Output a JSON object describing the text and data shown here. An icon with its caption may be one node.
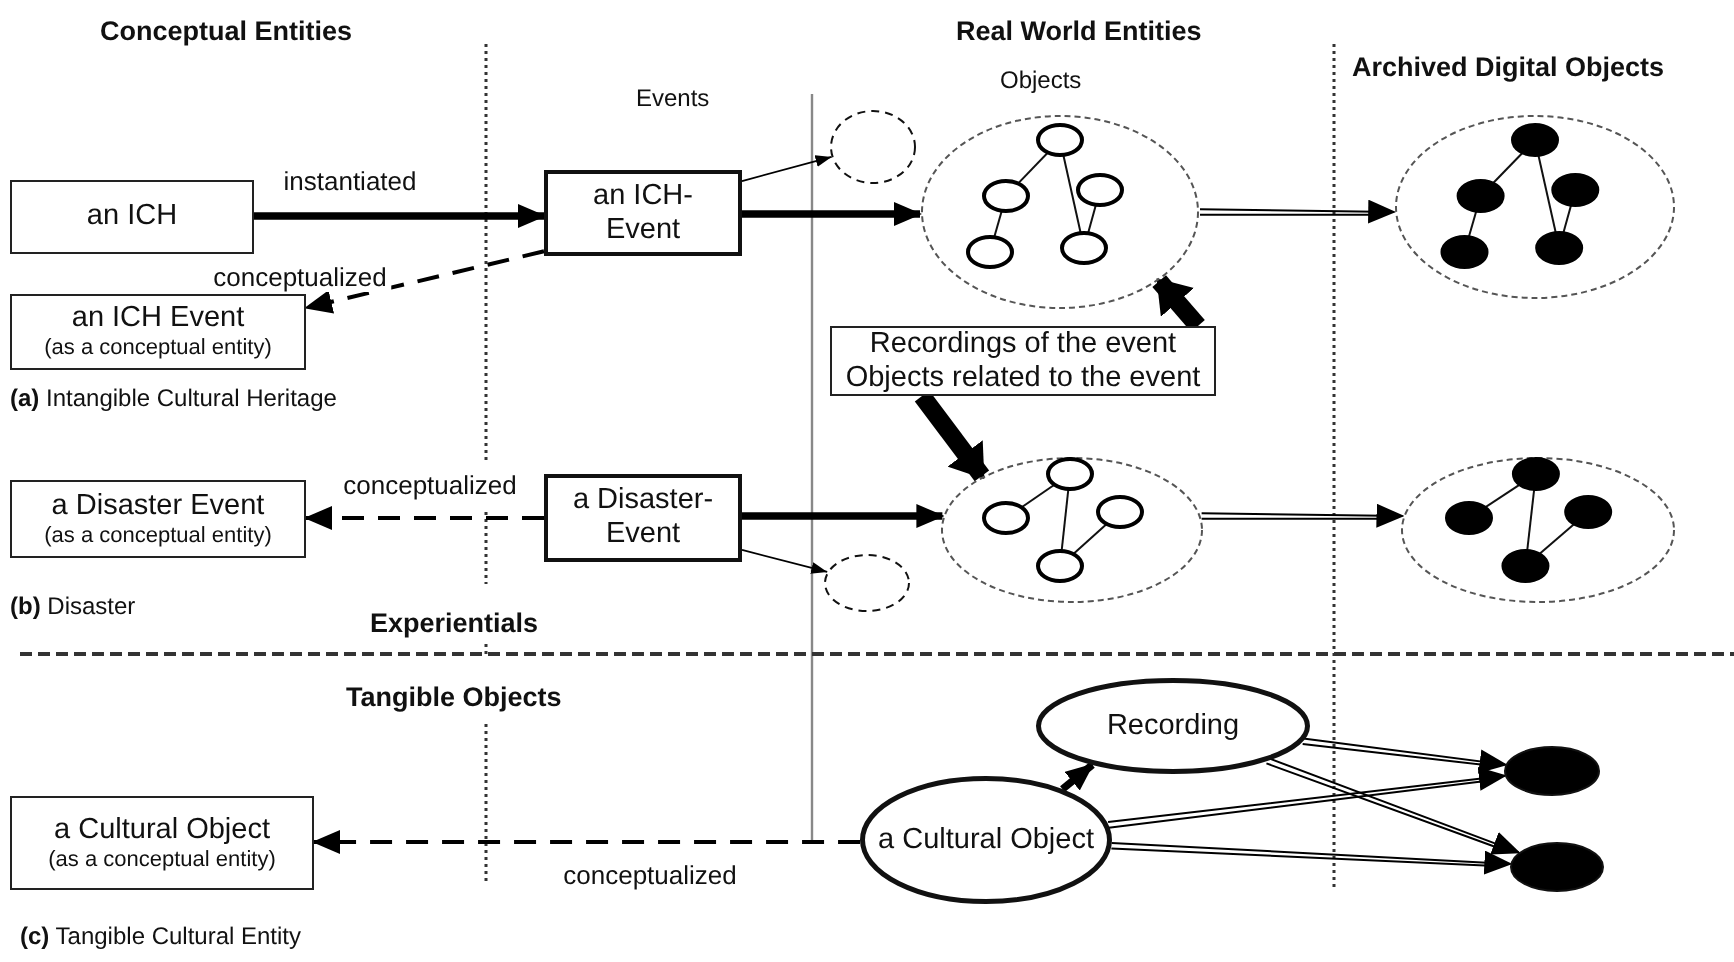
{
  "diagram": {
    "nodes": [
      {
        "text": [
          "an ICH"
        ]
      },
      {
        "text": [
          "an ICH- Event"
        ]
      },
      {
        "text": [
          "an ICH Event",
          "(as a conceptual entity)"
        ]
      },
      {
        "text": [],
        "shape": "circle"
      },
      {
        "text": [],
        "shape": "circle"
      },
      {
        "text": [],
        "shape": "circle"
      },
      {
        "text": [
          "Recordings of the event",
          "Objects related to the event"
        ]
      },
      {
        "text": [
          "a Disaster Event",
          "(as a conceptual entity)"
        ]
      },
      {
        "text": [
          "a Disaster- Event"
        ]
      },
      {
        "text": [],
        "shape": "circle"
      },
      {
        "text": [],
        "shape": "circle"
      },
      {
        "text": [],
        "shape": "circle"
      },
      {
        "text": [
          "a Cultural Object",
          "(as a conceptual entity)"
        ]
      },
      {
        "text": [
          "Recording"
        ]
      },
      {
        "text": [
          "a Cultural Object"
        ]
      },
      {
        "text": [],
        "shape": "circle"
      },
      {
        "text": [],
        "shape": "circle"
      }
    ],
    "edges": [
      {
        "from": 0,
        "to": 1,
        "arrow": "to",
        "label": "instantiated",
        "style": "thick"
      },
      {
        "from": 1,
        "to": 2,
        "arrow": "to",
        "label": "conceptualized",
        "style": "dashed"
      },
      {
        "from": 1,
        "to": 3,
        "arrow": "to"
      },
      {
        "from": 1,
        "to": 4,
        "arrow": "to",
        "style": "thick"
      },
      {
        "from": 4,
        "to": 5,
        "arrow": "to"
      },
      {
        "from": 6,
        "to": 4,
        "arrow": "to",
        "style": "thick"
      },
      {
        "from": 6,
        "to": 9,
        "arrow": "to",
        "style": "thick"
      },
      {
        "from": 8,
        "to": 7,
        "arrow": "to",
        "label": "conceptualized",
        "style": "dashed"
      },
      {
        "from": 8,
        "to": 9,
        "arrow": "to",
        "style": "thick"
      },
      {
        "from": 8,
        "to": 10,
        "arrow": "to"
      },
      {
        "from": 9,
        "to": 11,
        "arrow": "to"
      },
      {
        "from": 14,
        "to": 12,
        "arrow": "to",
        "label": "conceptualized",
        "style": "dashed"
      },
      {
        "from": 14,
        "to": 13,
        "arrow": "to",
        "style": "thick"
      },
      {
        "from": 13,
        "to": 15,
        "arrow": "to"
      },
      {
        "from": 13,
        "to": 16,
        "arrow": "to"
      },
      {
        "from": 14,
        "to": 15,
        "arrow": "to"
      },
      {
        "from": 14,
        "to": 16,
        "arrow": "to"
      }
    ],
    "labels": [
      "Conceptual Entities",
      "Events",
      "Real World Entities",
      "Objects",
      "Archived Digital Objects",
      "**(a)** Intangible Cultural Heritage",
      "**(b)** Disaster",
      "Experientials",
      "Tangible Objects",
      "**(c)** Tangible Cultural Entity"
    ]
  }
}
